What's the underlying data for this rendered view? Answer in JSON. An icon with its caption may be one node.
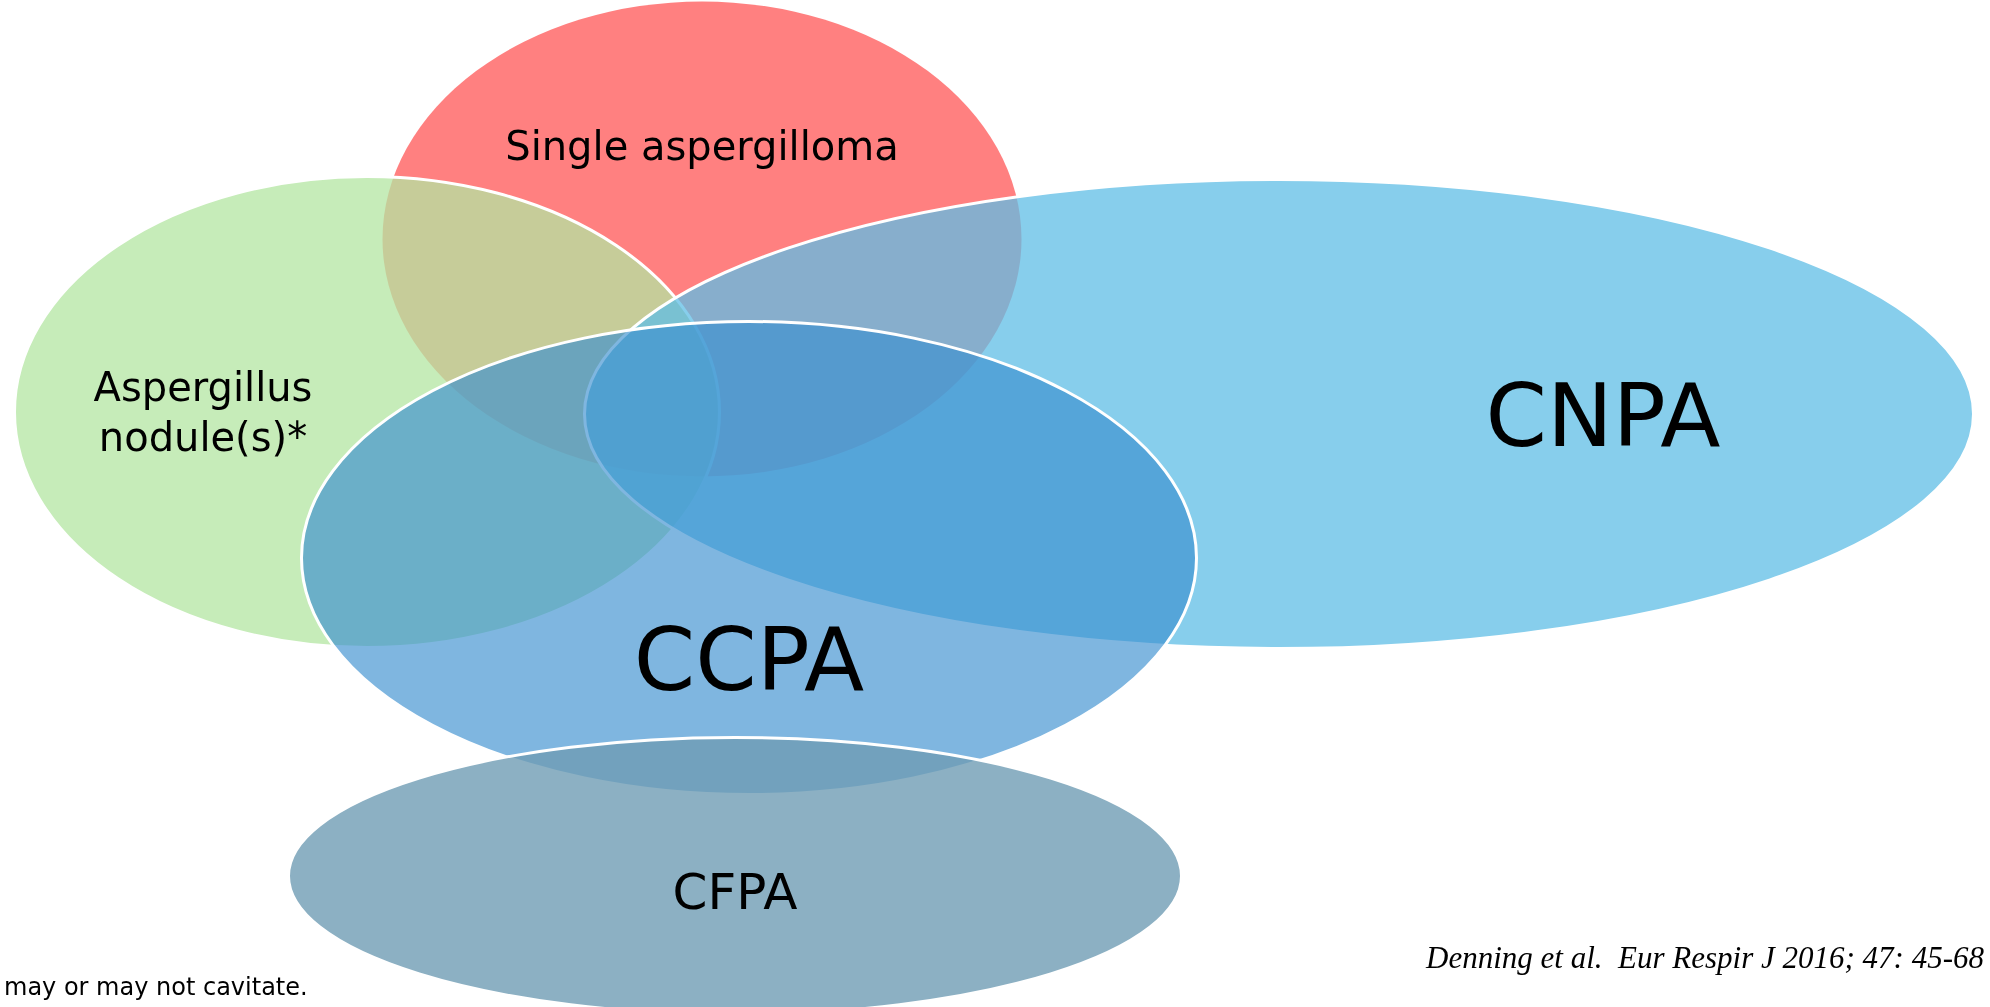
{
  "diagram": {
    "nodes": [
      {
        "text": [
          "Single aspergilloma"
        ]
      },
      {
        "text": [
          "Aspergillus nodule(s)*"
        ]
      },
      {
        "text": [
          "CNPA"
        ]
      },
      {
        "text": [
          "CCPA"
        ]
      },
      {
        "text": [
          "CFPA"
        ]
      }
    ],
    "labels": [
      "may or may not cavitate.",
      "Denning et al.  Eur Respir J 2016; 47: 45-68"
    ]
  }
}
